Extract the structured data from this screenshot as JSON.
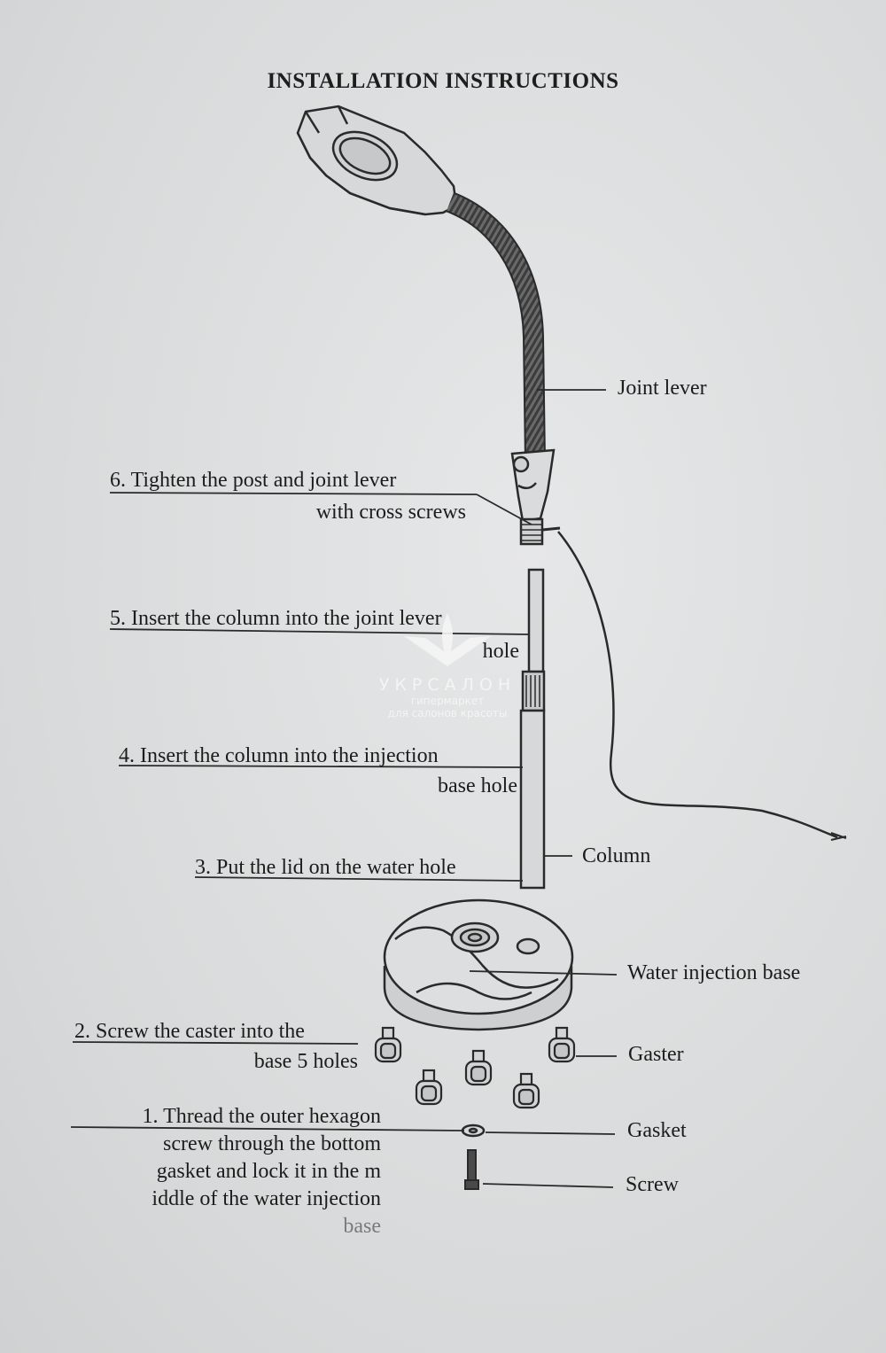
{
  "title": "INSTALLATION INSTRUCTIONS",
  "part_labels": {
    "joint_lever": "Joint lever",
    "column": "Column",
    "water_injection_base": "Water injection base",
    "caster": "Gaster",
    "gasket": "Gasket",
    "screw": "Screw"
  },
  "steps": {
    "step6": [
      "6. Tighten the post and joint lever",
      "with cross screws"
    ],
    "step5": [
      "5. Insert the column into the joint lever",
      "hole"
    ],
    "step4": [
      "4. Insert the column into the injection",
      "base hole"
    ],
    "step3": [
      "3. Put the lid on the water hole"
    ],
    "step2": [
      "2. Screw the caster into the",
      "base 5 holes"
    ],
    "step1": [
      "1. Thread the outer hexagon",
      "screw through the bottom",
      "gasket and lock it in the m",
      "iddle of the water injection",
      "base"
    ]
  },
  "watermark": {
    "brand": "УКРСАЛОН",
    "line1": "гипермаркет",
    "line2": "для салонов красоты"
  }
}
